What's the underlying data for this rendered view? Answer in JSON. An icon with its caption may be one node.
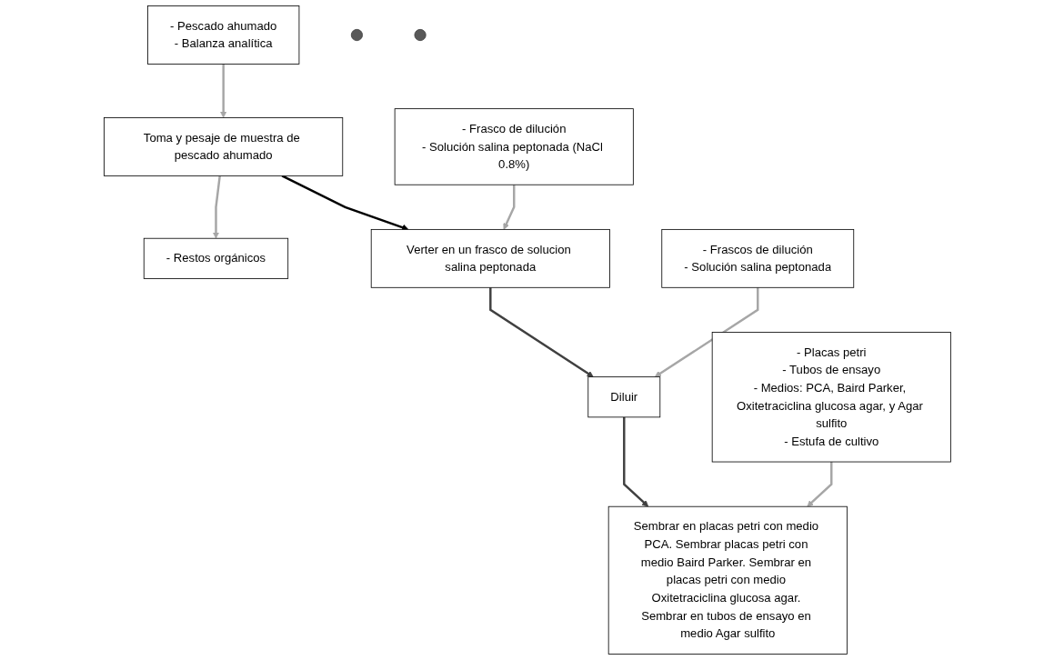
{
  "diagram": {
    "nodes": [
      {
        "text": [
          "- Pescado ahumado",
          "- Balanza analítica"
        ]
      },
      {
        "text": [
          "Toma y pesaje de muestra de pescado ahumado"
        ]
      },
      {
        "text": [],
        "shape": "circle"
      },
      {
        "text": [
          "- Restos orgánicos"
        ]
      },
      {
        "text": [
          "- Frasco de dilución",
          "- Solución salina peptonada (NaCl 0.8%)"
        ]
      },
      {
        "text": [
          "Verter en un frasco de solucion salina peptonada"
        ]
      },
      {
        "text": [
          "- Frascos de dilución",
          "- Solución salina peptonada"
        ]
      },
      {
        "text": [
          "Diluir"
        ]
      },
      {
        "text": [],
        "shape": "circle"
      },
      {
        "text": [
          "- Placas petri",
          "- Tubos de ensayo",
          "- Medios: PCA, Baird Parker, Oxitetraciclina glucosa agar, y Agar sulfito",
          "- Estufa de cultivo"
        ]
      },
      {
        "text": [
          "Sembrar en placas petri con medio PCA. Sembrar placas petri con medio Baird Parker. Sembrar en placas petri con medio Oxitetraciclina glucosa agar. Sembrar en tubos de ensayo en medio Agar sulfito"
        ]
      }
    ],
    "edges": [
      {
        "from": 0,
        "to": 1,
        "arrow": "to"
      },
      {
        "from": 1,
        "to": 3,
        "arrow": "to"
      },
      {
        "from": 1,
        "to": 5,
        "arrow": "to",
        "color": "#000000"
      },
      {
        "from": 4,
        "to": 5,
        "arrow": "to"
      },
      {
        "from": 5,
        "to": 7,
        "arrow": "to",
        "color": "#404040"
      },
      {
        "from": 6,
        "to": 7,
        "arrow": "to"
      },
      {
        "from": 7,
        "to": 10,
        "arrow": "to",
        "color": "#404040"
      },
      {
        "from": 9,
        "to": 10,
        "arrow": "to"
      }
    ]
  }
}
